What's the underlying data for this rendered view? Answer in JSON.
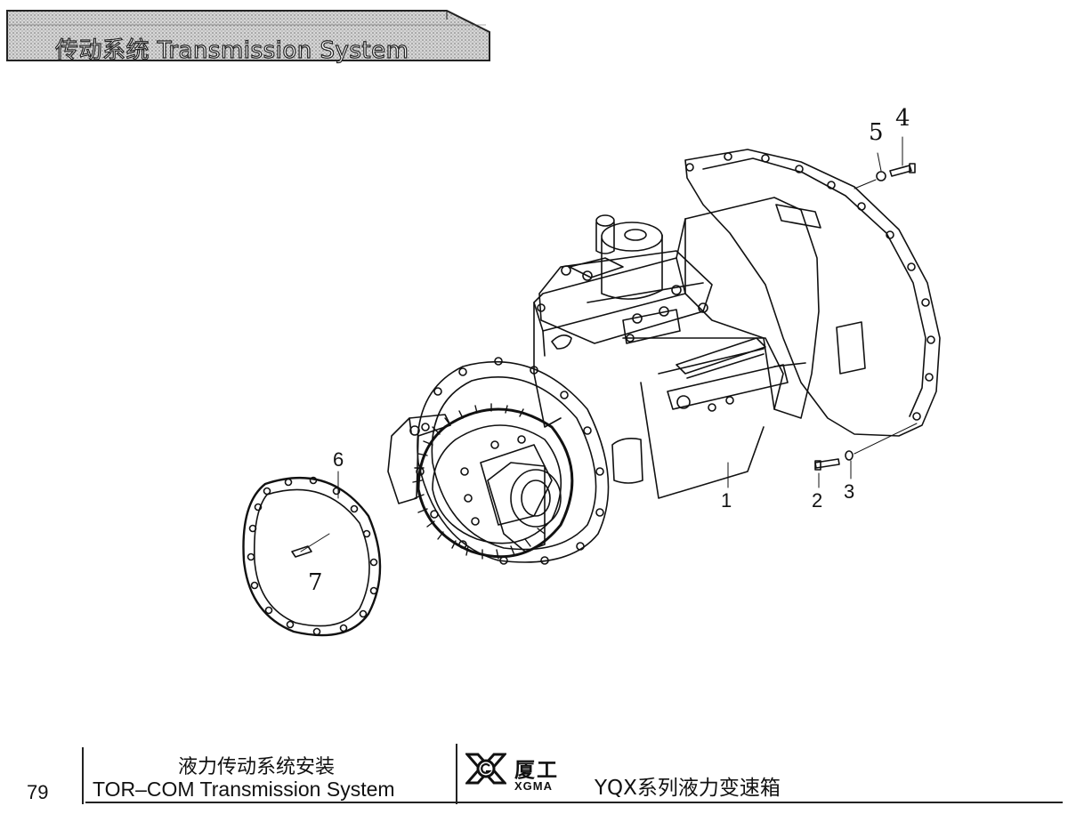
{
  "header": {
    "section_title": "传动系统 Transmission System"
  },
  "callouts": {
    "c1": "1",
    "c2": "2",
    "c3": "3",
    "c4": "4",
    "c5": "5",
    "c6": "6",
    "c7": "7"
  },
  "footer": {
    "page_number": "79",
    "title_cn": "液力传动系统安装",
    "title_en": "TOR–COM Transmission System",
    "brand_cn": "厦工",
    "brand_en": "XGMA",
    "series_title": "YQX系列液力变速箱"
  },
  "colors": {
    "line": "#111111",
    "banner_fill": "#bdbdbd"
  }
}
